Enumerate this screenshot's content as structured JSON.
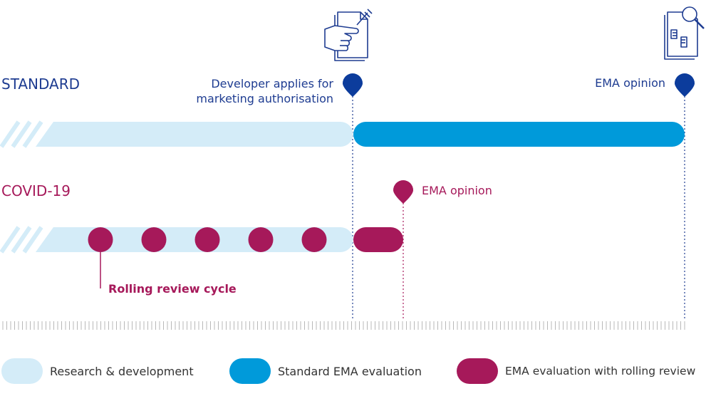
{
  "labels": {
    "standard": "STANDARD",
    "covid": "COVID-19",
    "developer_applies_line1": "Developer applies for",
    "developer_applies_line2": "marketing authorisation",
    "ema_opinion_standard": "EMA opinion",
    "ema_opinion_covid": "EMA opinion",
    "rolling_review": "Rolling review cycle"
  },
  "legend": [
    {
      "label": "Research & development",
      "color": "#d4ecf8"
    },
    {
      "label": "Standard EMA evaluation",
      "color": "#009ada"
    },
    {
      "label": "EMA evaluation with rolling review",
      "color": "#a6195a"
    }
  ],
  "colors": {
    "research": "#d4ecf8",
    "standard_eval": "#009ada",
    "rolling_eval": "#a6195a",
    "standard_pin": "#0c3c9c",
    "covid_pin": "#a6195a",
    "standard_text": "#1e3c91",
    "covid_text": "#a6195a"
  },
  "rolling_review_cycles": 5,
  "icons": [
    "hand-document-syringe-icon",
    "document-magnifier-thumbs-icon"
  ]
}
